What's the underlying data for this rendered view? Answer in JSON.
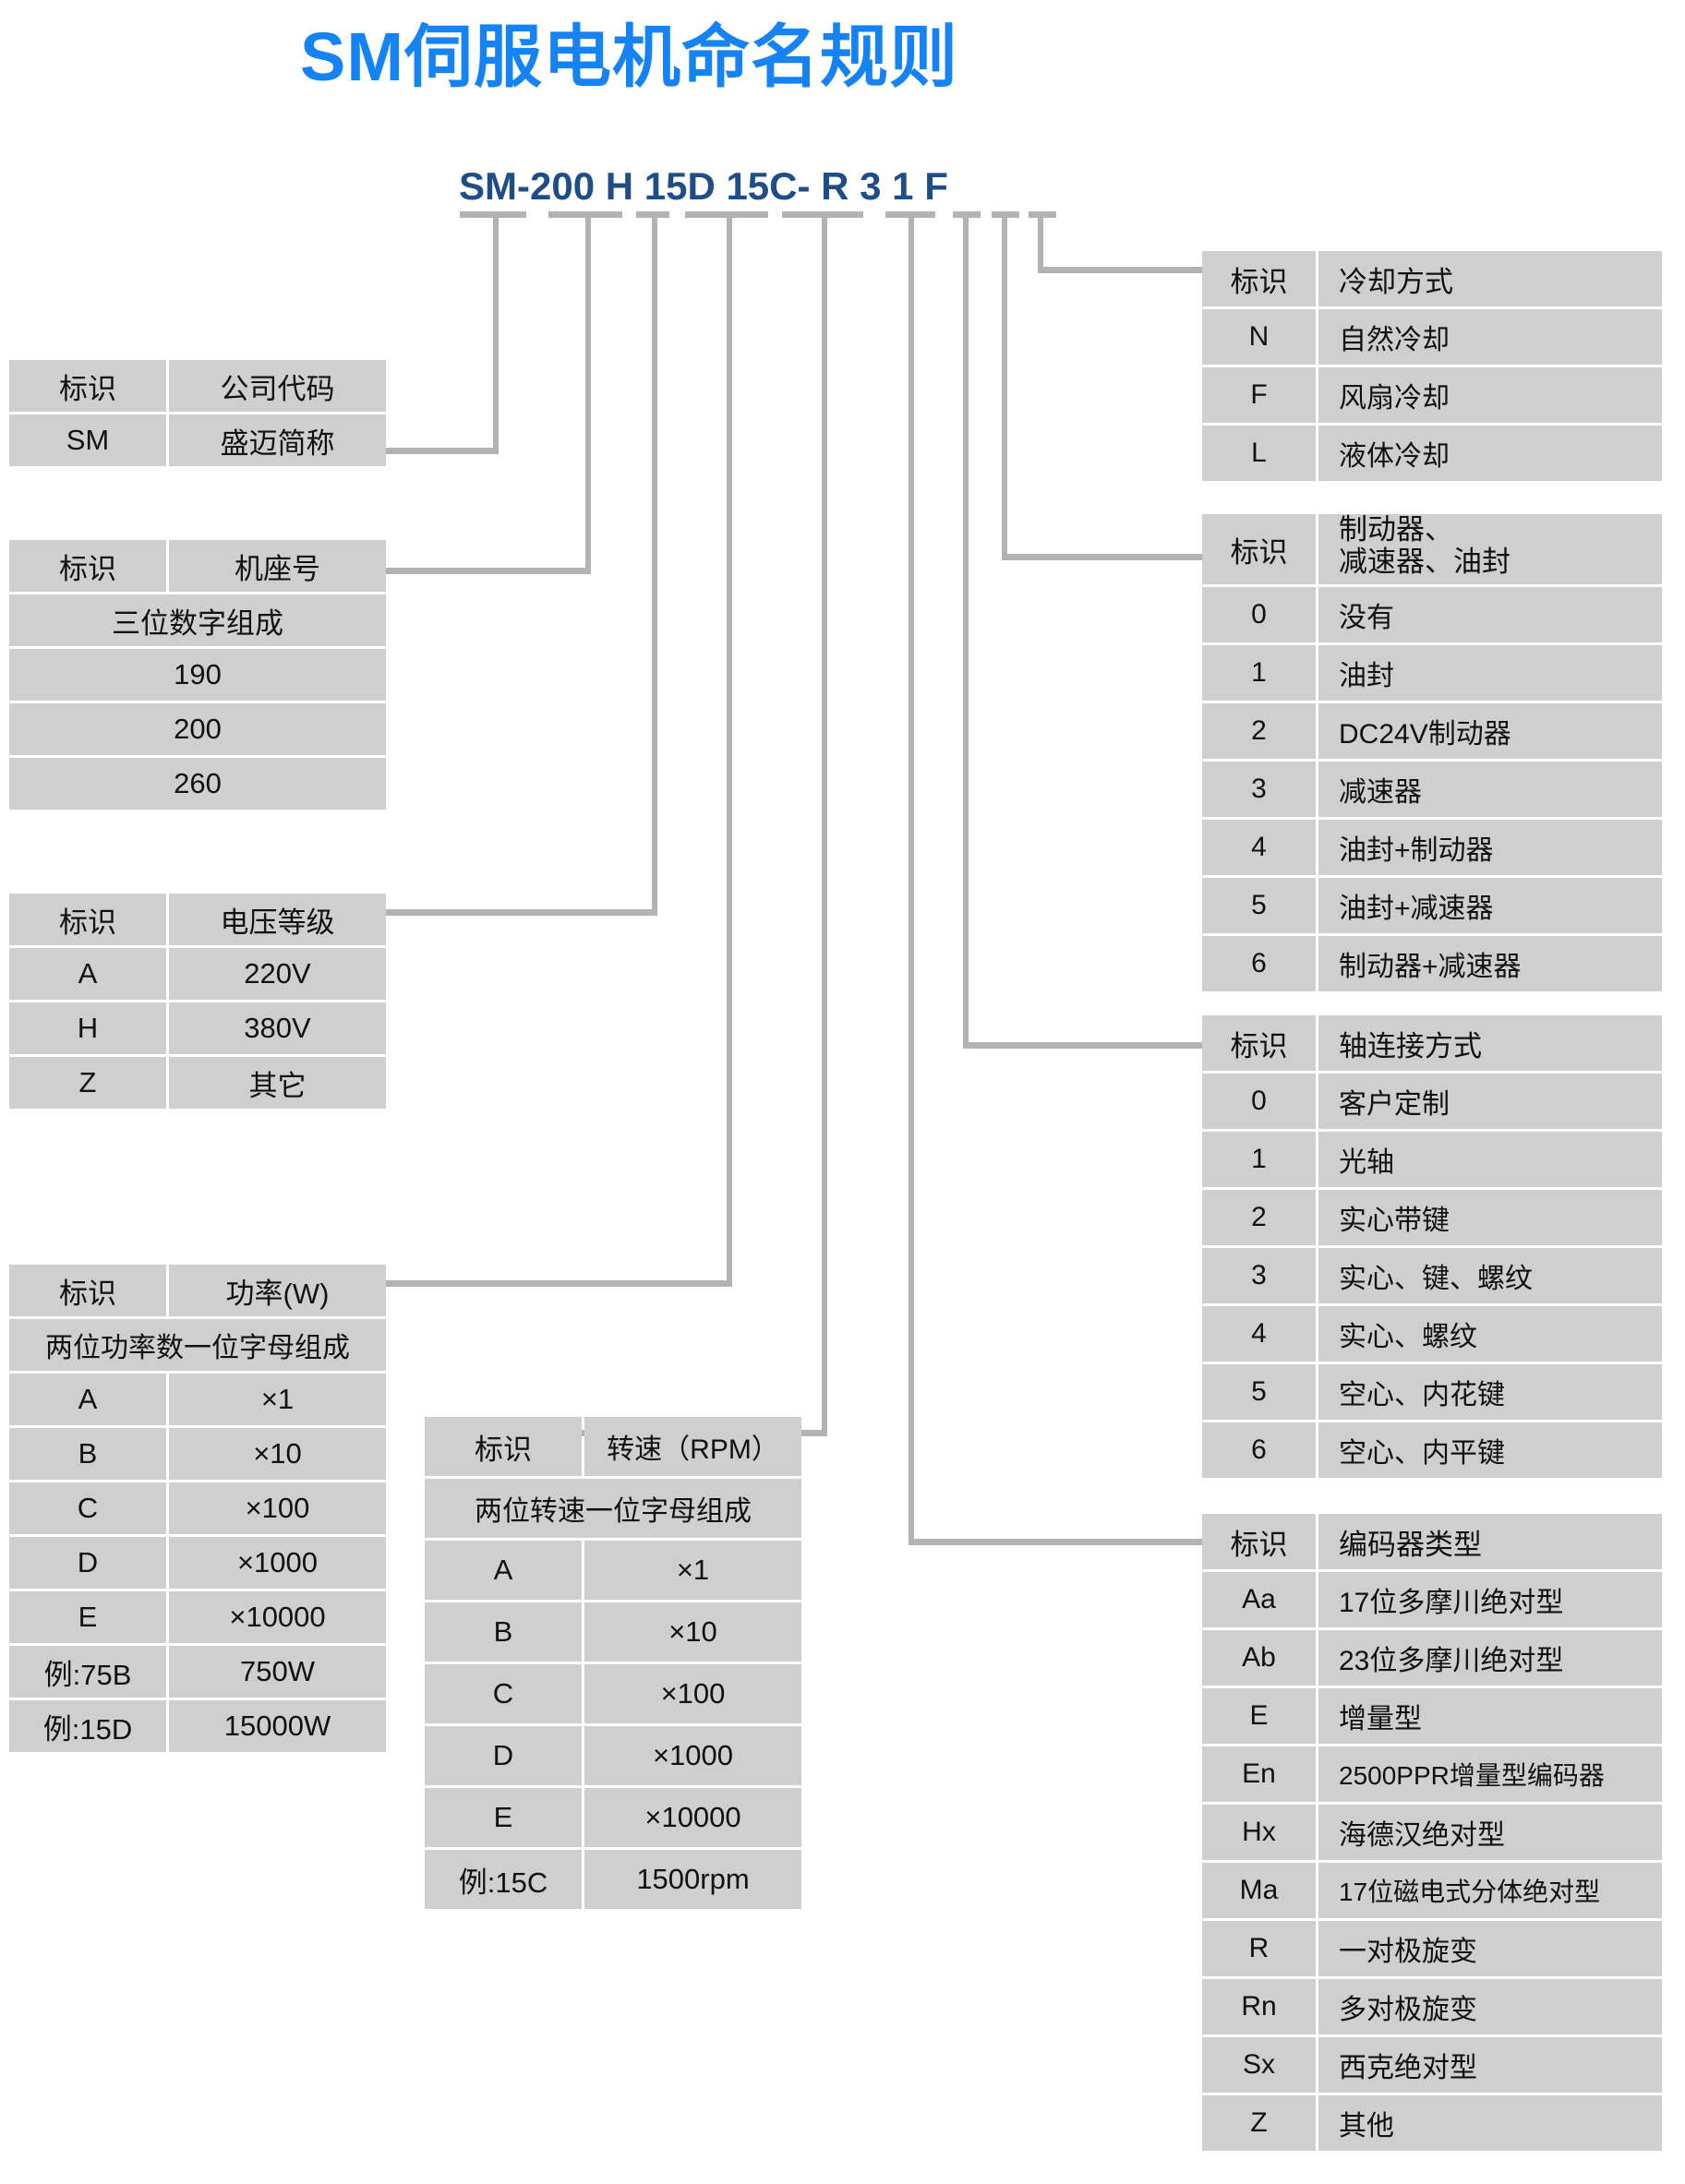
{
  "title": "SM伺服电机命名规则",
  "model_code": "SM-200 H 15D 15C- R  3 1 F",
  "colors": {
    "accent_blue": "#1683f5",
    "code_navy": "#1f4e87",
    "cell_gray": "#cfcfcf",
    "line_gray": "#b3b3b3"
  },
  "common": {
    "mark_header": "标识"
  },
  "tables": {
    "company": {
      "header_mark": "标识",
      "header_value": "公司代码",
      "rows": [
        {
          "mark": "SM",
          "value": "盛迈简称"
        }
      ]
    },
    "frame": {
      "header_mark": "标识",
      "header_value": "机座号",
      "note": "三位数字组成",
      "rows": [
        {
          "value": "190"
        },
        {
          "value": "200"
        },
        {
          "value": "260"
        }
      ]
    },
    "voltage": {
      "header_mark": "标识",
      "header_value": "电压等级",
      "rows": [
        {
          "mark": "A",
          "value": "220V"
        },
        {
          "mark": "H",
          "value": "380V"
        },
        {
          "mark": "Z",
          "value": "其它"
        }
      ]
    },
    "power": {
      "header_mark": "标识",
      "header_value": "功率(W)",
      "note": "两位功率数一位字母组成",
      "rows": [
        {
          "mark": "A",
          "value": "×1"
        },
        {
          "mark": "B",
          "value": "×10"
        },
        {
          "mark": "C",
          "value": "×100"
        },
        {
          "mark": "D",
          "value": "×1000"
        },
        {
          "mark": "E",
          "value": "×10000"
        },
        {
          "mark": "例:75B",
          "value": "750W"
        },
        {
          "mark": "例:15D",
          "value": "15000W"
        }
      ]
    },
    "speed": {
      "header_mark": "标识",
      "header_value": "转速（RPM）",
      "note": "两位转速一位字母组成",
      "rows": [
        {
          "mark": "A",
          "value": "×1"
        },
        {
          "mark": "B",
          "value": "×10"
        },
        {
          "mark": "C",
          "value": "×100"
        },
        {
          "mark": "D",
          "value": "×1000"
        },
        {
          "mark": "E",
          "value": "×10000"
        },
        {
          "mark": "例:15C",
          "value": "1500rpm"
        }
      ]
    },
    "cooling": {
      "header_mark": "标识",
      "header_value": "冷却方式",
      "rows": [
        {
          "mark": "N",
          "value": "自然冷却"
        },
        {
          "mark": "F",
          "value": "风扇冷却"
        },
        {
          "mark": "L",
          "value": "液体冷却"
        }
      ]
    },
    "brake": {
      "header_mark": "标识",
      "header_value_line1": "制动器、",
      "header_value_line2": "减速器、油封",
      "rows": [
        {
          "mark": "0",
          "value": "没有"
        },
        {
          "mark": "1",
          "value": "油封"
        },
        {
          "mark": "2",
          "value": "DC24V制动器"
        },
        {
          "mark": "3",
          "value": "减速器"
        },
        {
          "mark": "4",
          "value": "油封+制动器"
        },
        {
          "mark": "5",
          "value": "油封+减速器"
        },
        {
          "mark": "6",
          "value": "制动器+减速器"
        }
      ]
    },
    "shaft": {
      "header_mark": "标识",
      "header_value": "轴连接方式",
      "rows": [
        {
          "mark": "0",
          "value": "客户定制"
        },
        {
          "mark": "1",
          "value": "光轴"
        },
        {
          "mark": "2",
          "value": "实心带键"
        },
        {
          "mark": "3",
          "value": "实心、键、螺纹"
        },
        {
          "mark": "4",
          "value": "实心、螺纹"
        },
        {
          "mark": "5",
          "value": "空心、内花键"
        },
        {
          "mark": "6",
          "value": "空心、内平键"
        }
      ]
    },
    "encoder": {
      "header_mark": "标识",
      "header_value": "编码器类型",
      "rows": [
        {
          "mark": "Aa",
          "value": "17位多摩川绝对型"
        },
        {
          "mark": "Ab",
          "value": "23位多摩川绝对型"
        },
        {
          "mark": "E",
          "value": "增量型"
        },
        {
          "mark": "En",
          "value": "2500PPR增量型编码器"
        },
        {
          "mark": "Hx",
          "value": "海德汉绝对型"
        },
        {
          "mark": "Ma",
          "value": "17位磁电式分体绝对型"
        },
        {
          "mark": "R",
          "value": "一对极旋变"
        },
        {
          "mark": "Rn",
          "value": "多对极旋变"
        },
        {
          "mark": "Sx",
          "value": "西克绝对型"
        },
        {
          "mark": "Z",
          "value": "其他"
        }
      ]
    }
  }
}
